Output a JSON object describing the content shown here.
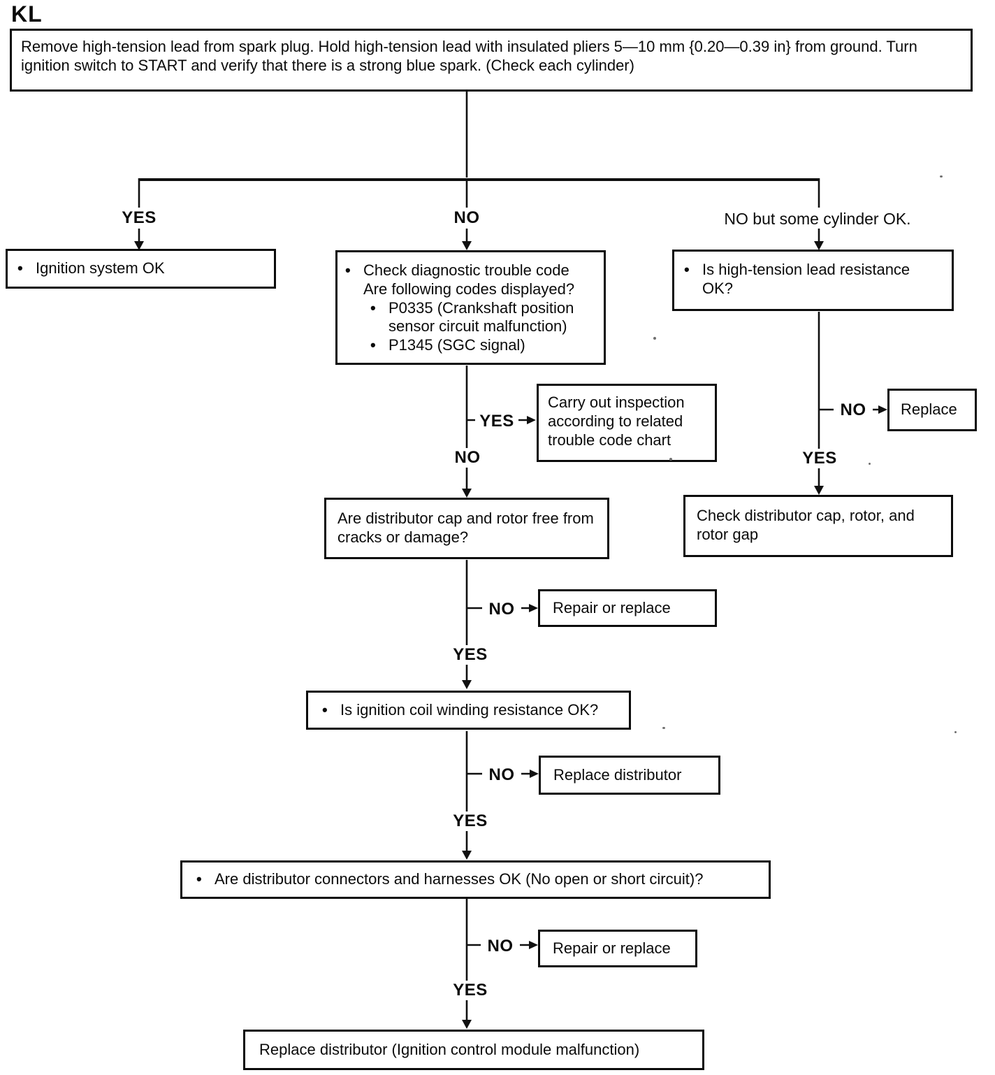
{
  "page_label": "KL",
  "labels": {
    "yes": "YES",
    "no": "NO",
    "no_but_some": "NO but some cylinder OK.",
    "bullet": "•"
  },
  "nodes": {
    "start": "Remove high-tension lead from spark plug. Hold high-tension lead with insulated pliers 5—10 mm {0.20—0.39 in} from ground. Turn ignition switch to START and verify that there is a strong blue spark. (Check each cylinder)",
    "ignition_ok": "Ignition system OK",
    "dtc_check": "Check diagnostic trouble code",
    "dtc_question": "Are following codes displayed?",
    "dtc_code1": "P0335 (Crankshaft position sensor circuit malfunction)",
    "dtc_code2": "P1345 (SGC signal)",
    "ht_lead": "Is high-tension lead resistance OK?",
    "carry_out": "Carry out inspection according to related trouble code chart",
    "replace": "Replace",
    "check_cap": "Check distributor cap, rotor, and rotor gap",
    "cap_rotor": "Are distributor cap and rotor free from cracks or damage?",
    "repair_or_replace_1": "Repair or replace",
    "coil": "Is ignition coil winding resistance OK?",
    "replace_distributor": "Replace distributor",
    "connectors": "Are distributor connectors and harnesses OK (No open or short circuit)?",
    "repair_or_replace_2": "Repair or replace",
    "final_action": "Replace distributor (Ignition control module malfunction)"
  }
}
